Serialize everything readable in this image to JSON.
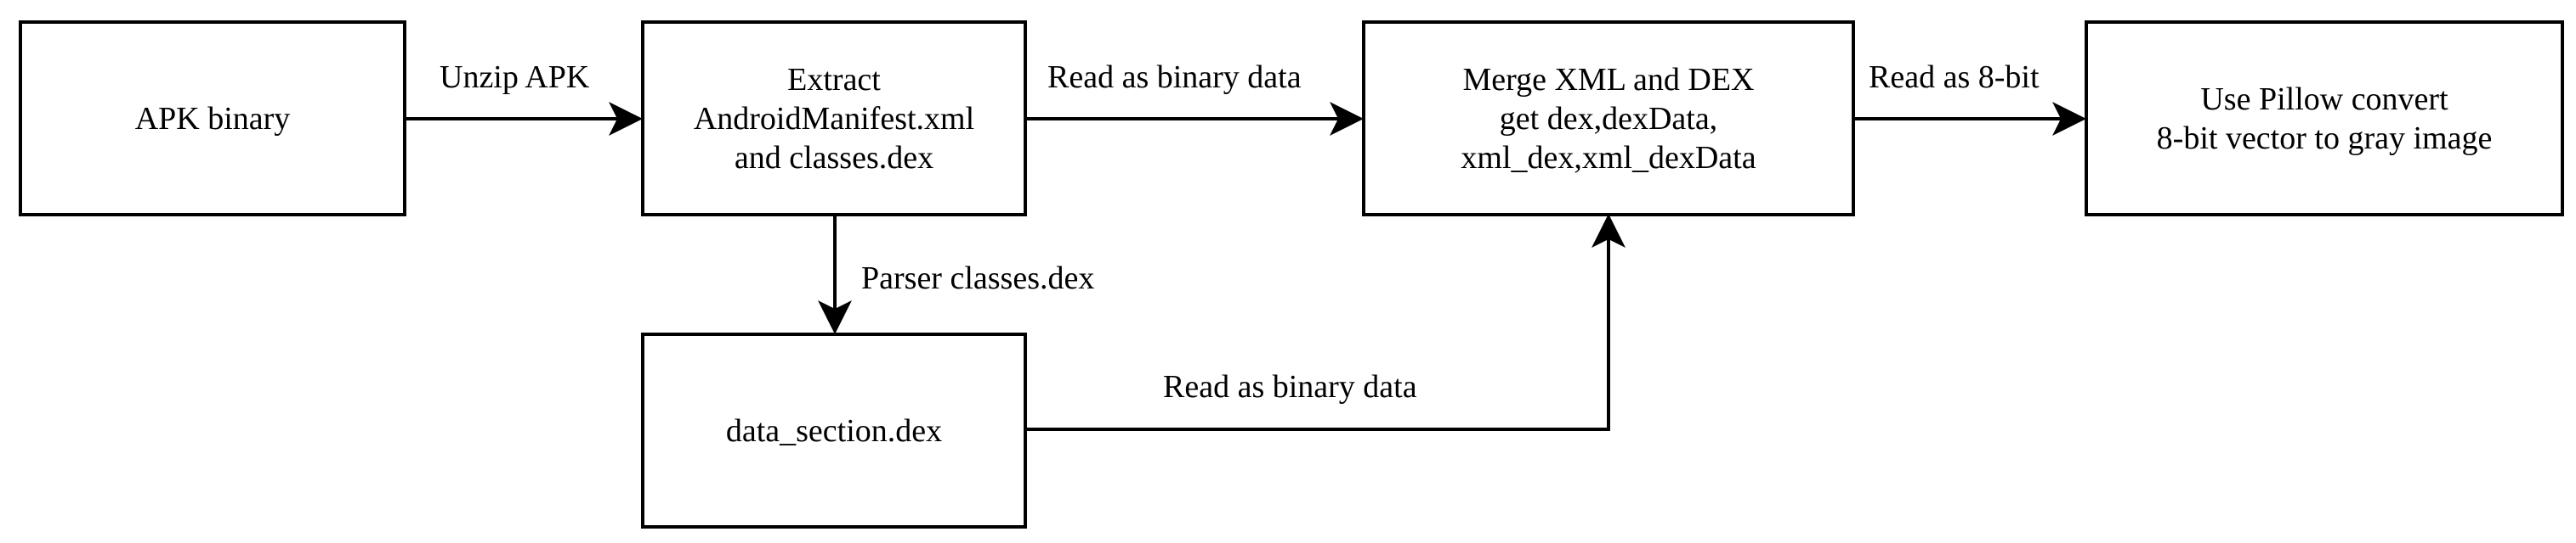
{
  "nodes": {
    "apk_binary": {
      "lines": [
        "APK binary"
      ]
    },
    "extract": {
      "lines": [
        "Extract",
        "AndroidManifest.xml",
        "and classes.dex"
      ]
    },
    "merge": {
      "lines": [
        "Merge XML and DEX",
        "get dex,dexData,",
        "xml_dex,xml_dexData"
      ]
    },
    "pillow": {
      "lines": [
        "Use Pillow convert",
        "8-bit vector to gray image"
      ]
    },
    "data_section": {
      "lines": [
        "data_section.dex"
      ]
    }
  },
  "edges": {
    "unzip": "Unzip APK",
    "read_binary_top": "Read as binary data",
    "read_8bit": "Read as 8-bit",
    "parser": "Parser classes.dex",
    "read_binary_bottom": "Read as binary data"
  },
  "colors": {
    "stroke": "#000000",
    "background": "#ffffff"
  }
}
